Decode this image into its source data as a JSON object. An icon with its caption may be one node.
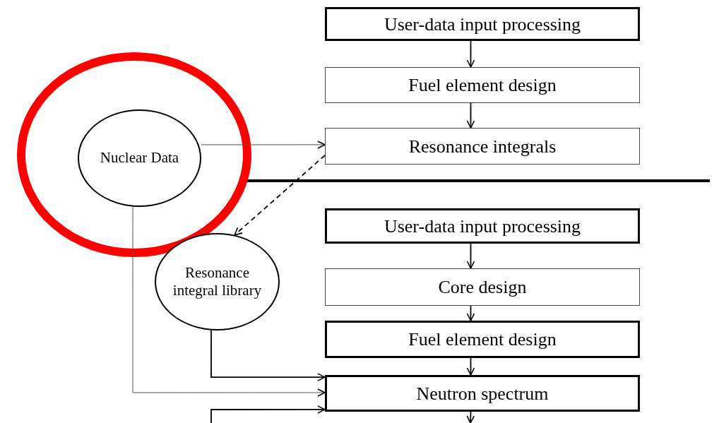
{
  "diagram": {
    "nodes": [
      {
        "text": [
          "User-data input processing"
        ]
      },
      {
        "text": [
          "Fuel element design"
        ]
      },
      {
        "text": [
          "Resonance integrals"
        ]
      },
      {
        "text": [
          "Nuclear Data"
        ]
      },
      {
        "text": [
          "User-data input processing"
        ]
      },
      {
        "text": [
          "Core design"
        ]
      },
      {
        "text": [
          "Fuel element design"
        ]
      },
      {
        "text": [
          "Neutron spectrum"
        ]
      },
      {
        "text": [
          "Resonance integral library"
        ]
      }
    ],
    "edges": [
      {
        "from": 0,
        "to": 1,
        "arrow": "to"
      },
      {
        "from": 1,
        "to": 2,
        "arrow": "to"
      },
      {
        "from": 3,
        "to": 2,
        "arrow": "to"
      },
      {
        "from": 2,
        "to": 8,
        "arrow": "to",
        "style": "dashed"
      },
      {
        "from": 4,
        "to": 5,
        "arrow": "to"
      },
      {
        "from": 5,
        "to": 6,
        "arrow": "to"
      },
      {
        "from": 6,
        "to": 7,
        "arrow": "to"
      },
      {
        "from": 8,
        "to": 7,
        "arrow": "to"
      },
      {
        "from": 3,
        "to": 7,
        "arrow": "to"
      },
      {
        "from": null,
        "to": 7,
        "arrow": "to"
      },
      {
        "from": 7,
        "to": null,
        "arrow": "to"
      }
    ]
  }
}
